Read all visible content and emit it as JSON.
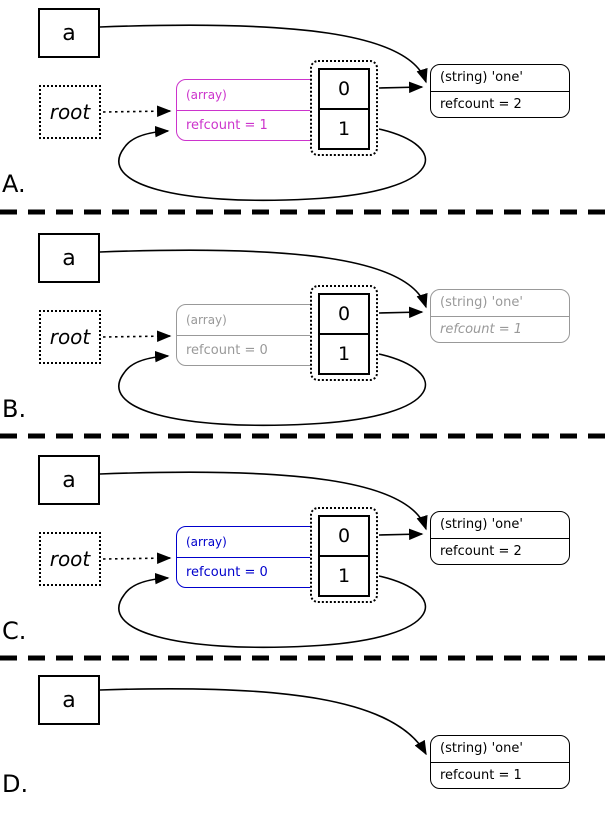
{
  "title": "Reference counting cycle collection diagram",
  "colors": {
    "possible_root": "#cc33cc",
    "simulated_deletion": "#999999",
    "restored": "#0000cc",
    "default": "#000000",
    "background": "#ffffff"
  },
  "panels": [
    {
      "letter": "A.",
      "a": "a",
      "root": "root",
      "array_type": "(array)",
      "array_refcount": "refcount = 1",
      "cells": [
        "0",
        "1"
      ],
      "string_type": "(string) 'one'",
      "string_refcount": "refcount = 2"
    },
    {
      "letter": "B.",
      "a": "a",
      "root": "root",
      "array_type": "(array)",
      "array_refcount": "refcount = 0",
      "cells": [
        "0",
        "1"
      ],
      "string_type": "(string) 'one'",
      "string_refcount": "refcount = 1"
    },
    {
      "letter": "C.",
      "a": "a",
      "root": "root",
      "array_type": "(array)",
      "array_refcount": "refcount = 0",
      "cells": [
        "0",
        "1"
      ],
      "string_type": "(string) 'one'",
      "string_refcount": "refcount = 2"
    },
    {
      "letter": "D.",
      "a": "a",
      "string_type": "(string) 'one'",
      "string_refcount": "refcount = 1"
    }
  ]
}
